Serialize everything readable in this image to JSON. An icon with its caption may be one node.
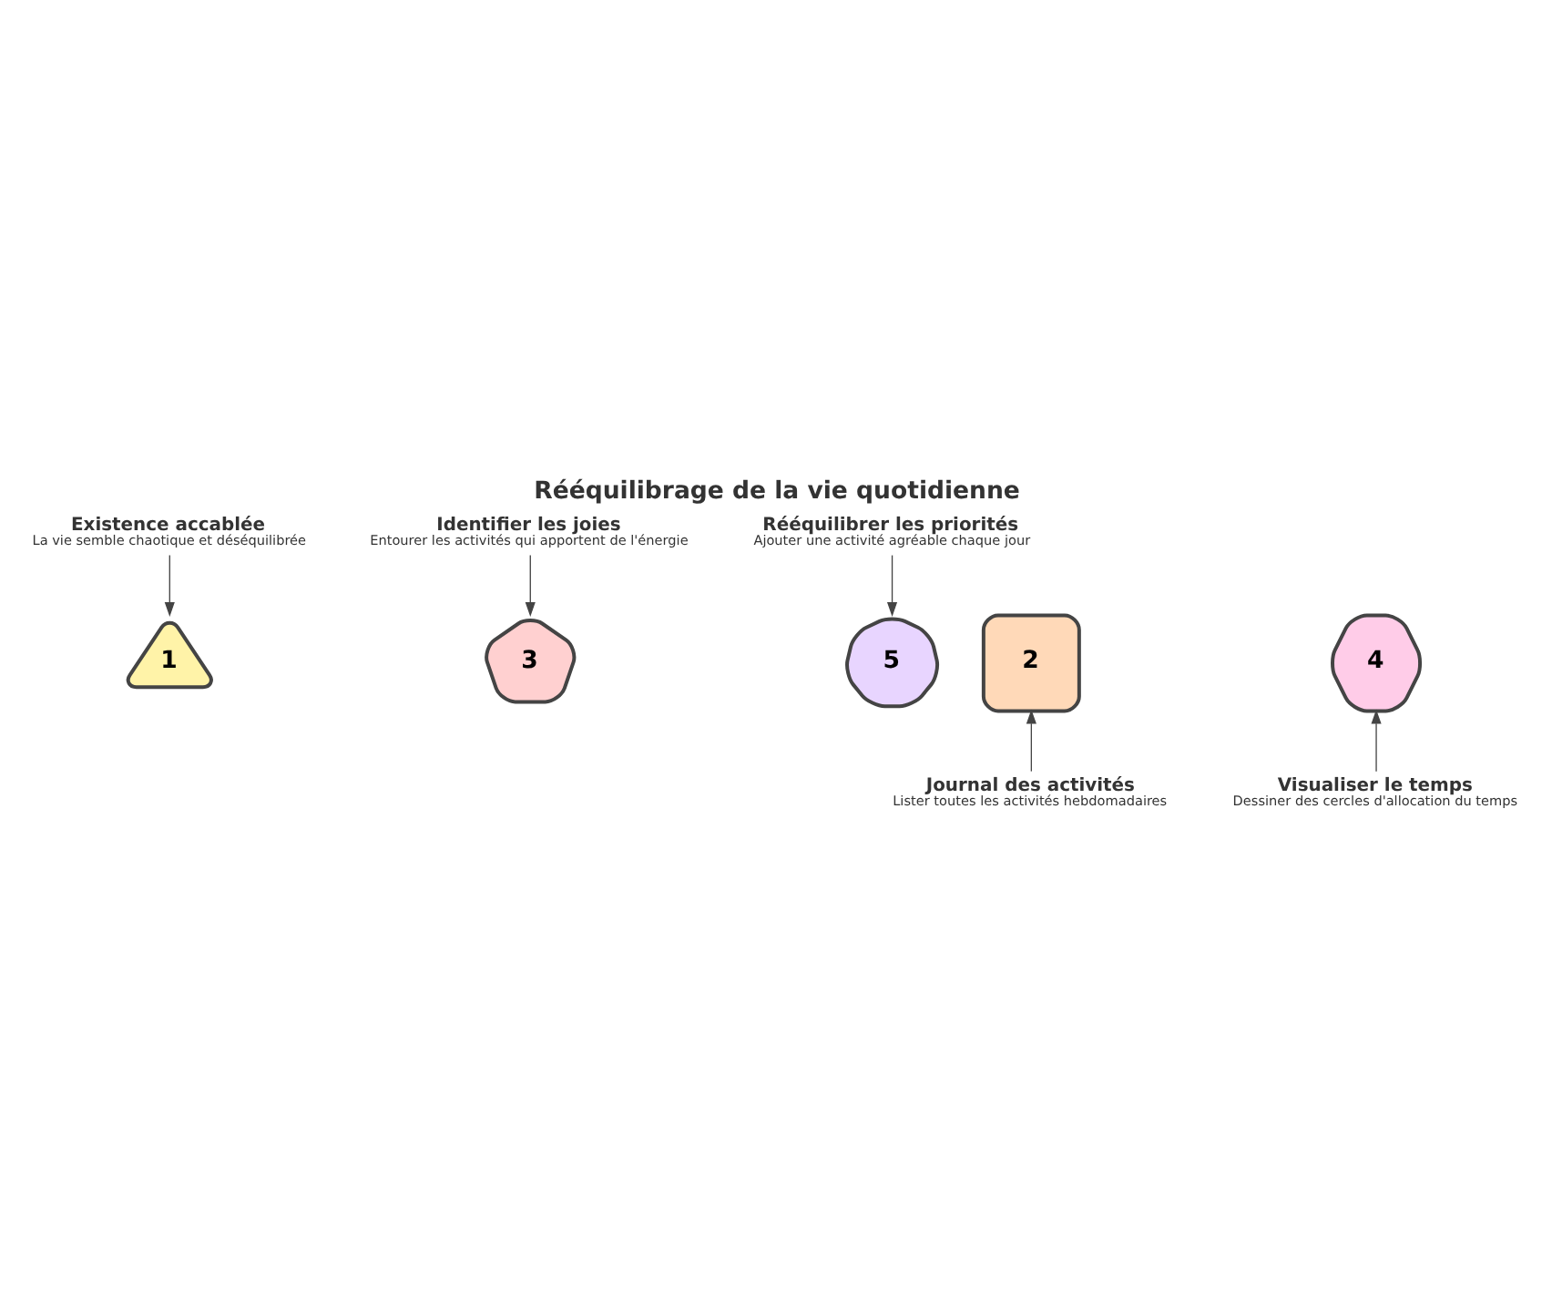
{
  "diagram": {
    "title": "Rééquilibrage de la vie quotidienne",
    "nodes": [
      {
        "text": [
          "Existence accablée",
          "La vie semble chaotique et déséquilibrée"
        ]
      },
      {
        "text": [
          "Identifier les joies",
          "Entourer les activités qui apportent de l'énergie"
        ]
      },
      {
        "text": [
          "Rééquilibrer les priorités",
          "Ajouter une activité agréable chaque jour"
        ]
      },
      {
        "text": [
          "1"
        ]
      },
      {
        "text": [
          "2"
        ]
      },
      {
        "text": [
          "3"
        ]
      },
      {
        "text": [
          "4"
        ]
      },
      {
        "text": [
          "5"
        ]
      },
      {
        "text": [
          "Journal des activités",
          "Lister toutes les activités hebdomadaires"
        ]
      },
      {
        "text": [
          "Visualiser le temps",
          "Dessiner des cercles d'allocation du temps"
        ]
      }
    ],
    "edges": [
      {
        "from": 0,
        "to": 3,
        "arrow": "to"
      },
      {
        "from": 8,
        "to": 4,
        "arrow": "to"
      },
      {
        "from": 1,
        "to": 5,
        "arrow": "to"
      },
      {
        "from": 9,
        "to": 6,
        "arrow": "to"
      },
      {
        "from": 2,
        "to": 7,
        "arrow": "to"
      }
    ]
  }
}
